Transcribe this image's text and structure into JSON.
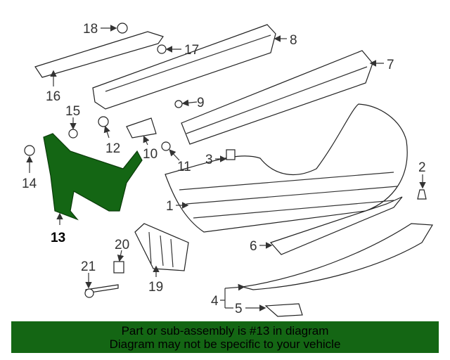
{
  "diagram": {
    "selected_part": "13",
    "highlight_color": "#146614",
    "labels": {
      "p1": "1",
      "p2": "2",
      "p3": "3",
      "p4": "4",
      "p5": "5",
      "p6": "6",
      "p7": "7",
      "p8": "8",
      "p9": "9",
      "p10": "10",
      "p11": "11",
      "p12": "12",
      "p13": "13",
      "p14": "14",
      "p15": "15",
      "p16": "16",
      "p17": "17",
      "p18": "18",
      "p19": "19",
      "p20": "20",
      "p21": "21"
    }
  },
  "banner": {
    "line1": "Part or sub-assembly is #13 in diagram",
    "line2": "Diagram may not be specific to your vehicle",
    "background": "#146614"
  }
}
